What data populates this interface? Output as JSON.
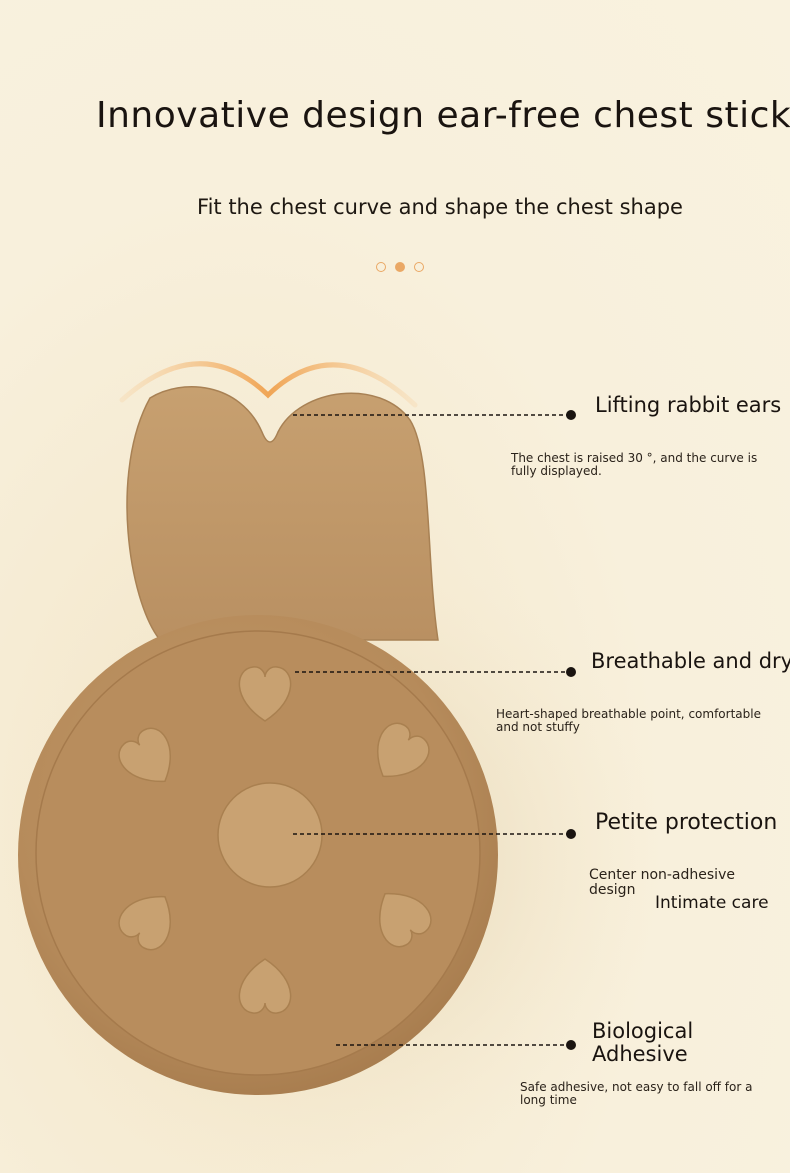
{
  "header": {
    "title": "Innovative design ear-free chest stickers",
    "subtitle": "Fit the chest curve and shape the chest shape"
  },
  "carousel": {
    "total": 3,
    "active_index": 1
  },
  "features": [
    {
      "title": "Lifting rabbit ears",
      "description": "The chest is raised 30 °, and the curve is fully displayed."
    },
    {
      "title": "Breathable and dry",
      "description": "Heart-shaped breathable point, comfortable and not stuffy"
    },
    {
      "title": "Petite protection",
      "description": "Center non-adhesive design",
      "extra": "Intimate care"
    },
    {
      "title": "Biological Adhesive",
      "description": "Safe adhesive, not easy to fall off for a long time"
    }
  ],
  "colors": {
    "background": "#f8f0dc",
    "accent": "#eaa865",
    "product": "#b98f5f",
    "product_dark": "#a97f50"
  },
  "icons": {
    "product_image": "rabbit-ear-chest-sticker",
    "callout_dot": "bullet-dot-icon"
  }
}
